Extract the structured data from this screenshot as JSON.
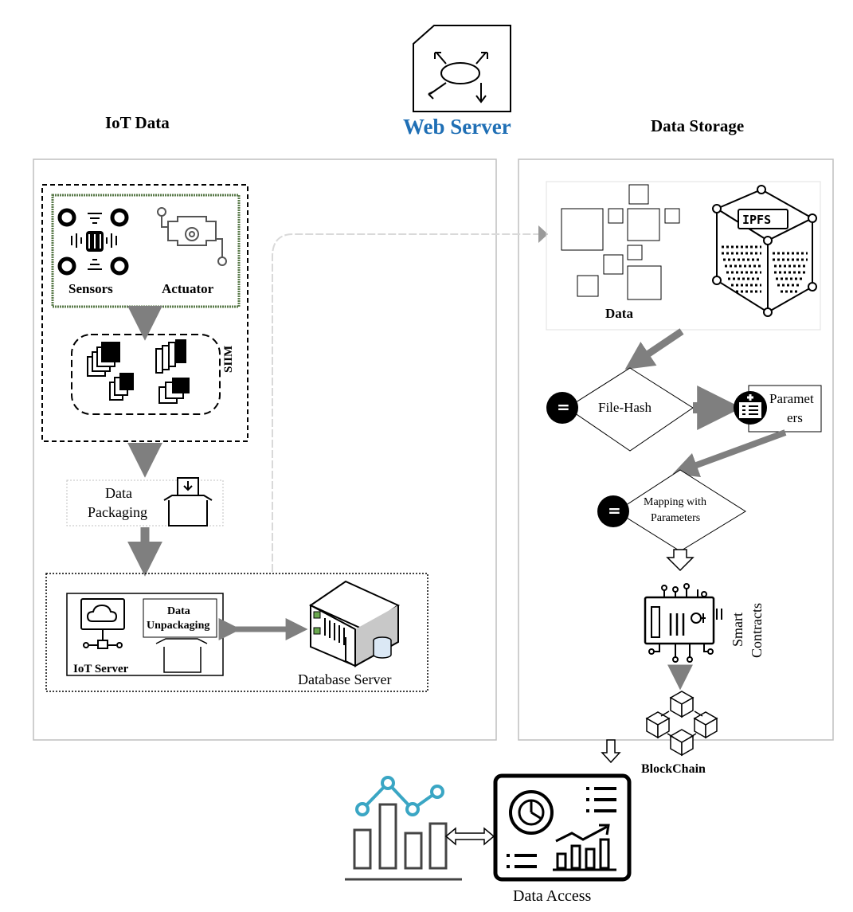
{
  "headers": {
    "iot_data": "IoT Data",
    "web_server": "Web Server",
    "data_storage": "Data Storage"
  },
  "iot": {
    "sensors": "Sensors",
    "actuator": "Actuator",
    "siim": "SIIM",
    "data_packaging_line1": "Data",
    "data_packaging_line2": "Packaging",
    "data_unpackaging_line1": "Data",
    "data_unpackaging_line2": "Unpackaging",
    "iot_server": "IoT Server",
    "database_server": "Database Server"
  },
  "storage": {
    "data": "Data",
    "ipfs": "IPFS",
    "file_hash": "File-Hash",
    "parameters_line1": "Paramet",
    "parameters_line2": "ers",
    "mapping_line1": "Mapping with",
    "mapping_line2": "Parameters",
    "smart_contracts_line1": "Smart",
    "smart_contracts_line2": "Contracts",
    "blockchain": "BlockChain",
    "equals_symbol": "="
  },
  "access": {
    "data_access": "Data Access"
  },
  "colors": {
    "web_server_title": "#1f6fb5",
    "arrow_gray": "#7f7f7f",
    "chart_teal": "#3aa6c4",
    "panel_border": "#bfbfbf",
    "sensor_box_border": "#5a7a4a"
  },
  "icons": [
    "router-icon",
    "sensors-icon",
    "actuator-icon",
    "siim-modules-icon",
    "packaging-box-icon",
    "cloud-monitor-icon",
    "open-box-icon",
    "server-rack-icon",
    "ipfs-cube-icon",
    "parameters-list-icon",
    "smart-contract-chip-icon",
    "blockchain-cubes-icon",
    "chart-icon",
    "dashboard-icon"
  ]
}
